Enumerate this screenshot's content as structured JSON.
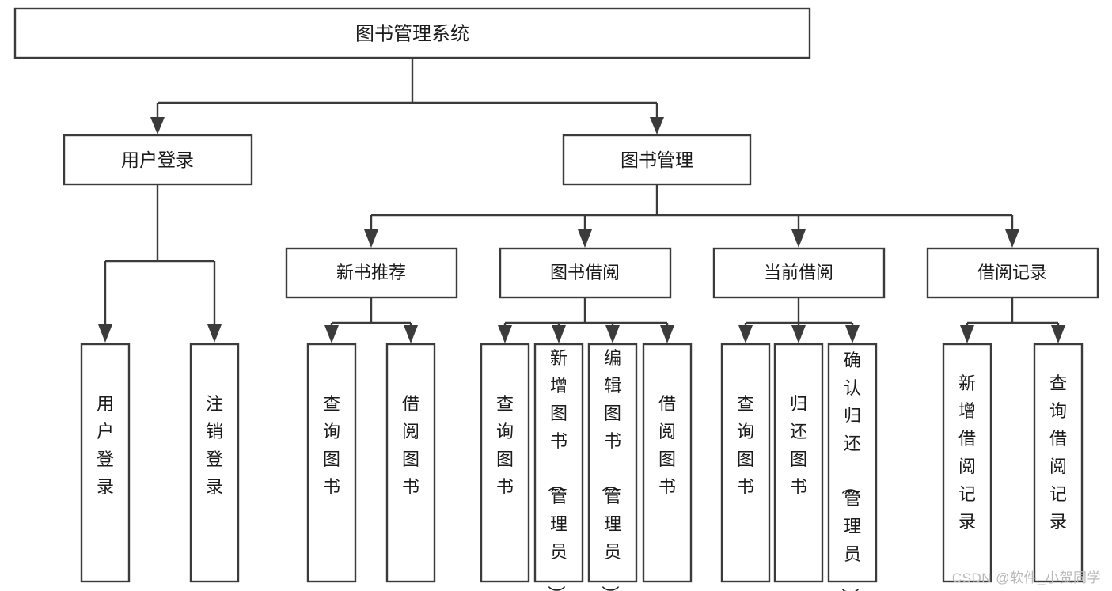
{
  "diagram": {
    "type": "tree-hierarchy-chart",
    "title": "图书管理系统",
    "colors": {
      "box_stroke": "#3b3b3b",
      "box_fill": "#ffffff",
      "text": "#1b1b1b",
      "background": "#ffffff",
      "watermark": "#b9b9b9"
    },
    "levels": {
      "level1": {
        "label": "图书管理系统"
      },
      "level2": [
        {
          "label": "用户登录"
        },
        {
          "label": "图书管理"
        }
      ],
      "level3": [
        {
          "label": "新书推荐"
        },
        {
          "label": "图书借阅"
        },
        {
          "label": "当前借阅"
        },
        {
          "label": "借阅记录"
        }
      ]
    },
    "leaves": {
      "user_login": [
        {
          "label": "用户登录"
        },
        {
          "label": "注销登录"
        }
      ],
      "new_book_recommend": [
        {
          "label": "查询图书"
        },
        {
          "label": "借阅图书"
        }
      ],
      "book_borrow": [
        {
          "label": "查询图书"
        },
        {
          "label": "新增图书（管理员）"
        },
        {
          "label": "编辑图书（管理员）"
        },
        {
          "label": "借阅图书"
        }
      ],
      "current_borrow": [
        {
          "label": "查询图书"
        },
        {
          "label": "归还图书"
        },
        {
          "label": "确认归还（管理员）"
        }
      ],
      "borrow_record": [
        {
          "label": "新增借阅记录"
        },
        {
          "label": "查询借阅记录"
        }
      ]
    }
  },
  "watermark": {
    "text": "CSDN @软件_小贺同学"
  }
}
